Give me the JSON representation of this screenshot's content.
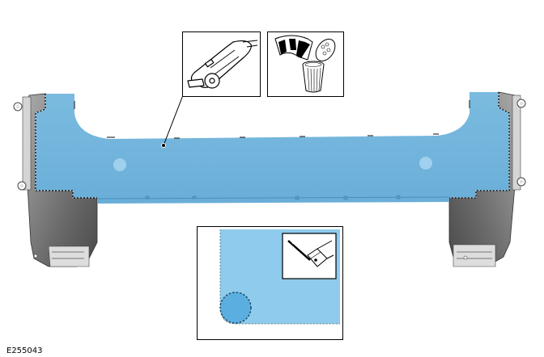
{
  "figure": {
    "id_label": "E255043",
    "subject": "rear-bumper-cover",
    "colors": {
      "repair_area": "#72b4dc",
      "repair_area_light": "#8ecbec",
      "dark_part": "#5e5e5e",
      "mid_part": "#9a9a9a",
      "marker_circle": "#9fd0ee",
      "drill_circle": "#5aaee0",
      "outline": "#000000"
    }
  },
  "callouts": {
    "cutting_tool": {
      "icon": "saw-tool-icon"
    },
    "disposal": {
      "icon": "waste-bin-icon"
    },
    "detail": {
      "icon": "drill-icon",
      "marker": "dashed-circle-drill-point"
    }
  }
}
